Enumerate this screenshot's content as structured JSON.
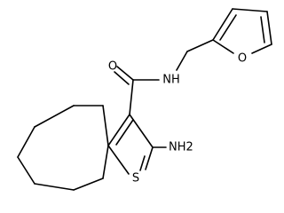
{
  "atoms": {
    "oxygen_carbonyl": "O",
    "nitrogen_amide": "NH",
    "oxygen_furan": "O",
    "sulfur": "S",
    "amino": "NH2"
  }
}
